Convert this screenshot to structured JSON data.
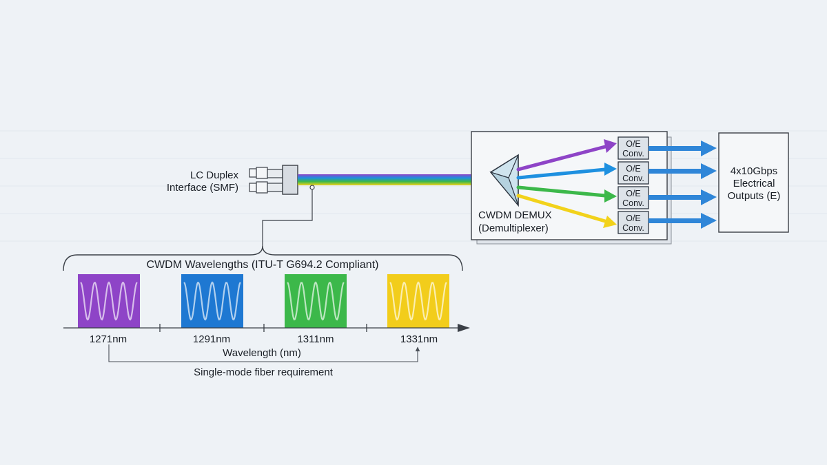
{
  "connector": {
    "line1": "LC Duplex",
    "line2": "Interface (SMF)"
  },
  "demux": {
    "line1": "CWDM DEMUX",
    "line2": "(Demultiplexer)"
  },
  "converters": [
    {
      "line1": "O/E",
      "line2": "Conv.",
      "color": "#8e44c7"
    },
    {
      "line1": "O/E",
      "line2": "Conv.",
      "color": "#1e90e0"
    },
    {
      "line1": "O/E",
      "line2": "Conv.",
      "color": "#3cb84a"
    },
    {
      "line1": "O/E",
      "line2": "Conv.",
      "color": "#f2d21b"
    }
  ],
  "outputs": {
    "line1": "4x10Gbps",
    "line2": "Electrical",
    "line3": "Outputs (E)"
  },
  "spectrum": {
    "title": "CWDM Wavelengths (ITU-T G694.2 Compliant)",
    "axis_label": "Wavelength (nm)",
    "note": "Single-mode fiber requirement",
    "channels": [
      {
        "label": "1271nm",
        "color": "#8e44c7"
      },
      {
        "label": "1291nm",
        "color": "#1e78d2"
      },
      {
        "label": "1311nm",
        "color": "#3cb84a"
      },
      {
        "label": "1331nm",
        "color": "#f2cd1b"
      }
    ]
  },
  "colors": {
    "signal_arrow": "#2f86d8",
    "box_border": "#3a3f46",
    "background": "#eef2f6"
  }
}
